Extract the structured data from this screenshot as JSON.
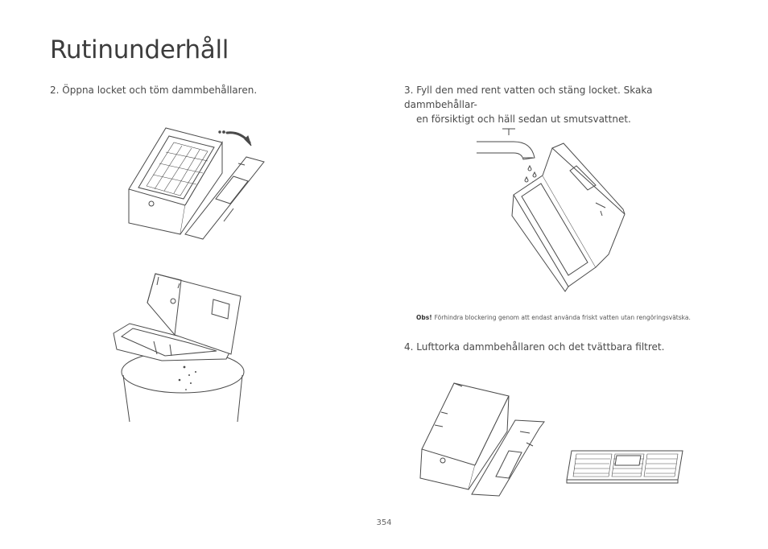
{
  "page": {
    "title": "Rutinunderhåll",
    "page_number": "354"
  },
  "steps": {
    "step2": "2. Öppna locket och töm dammbehållaren.",
    "step3_line1": "3. Fyll den med rent vatten och stäng locket. Skaka dammbehållar-",
    "step3_line2": "en försiktigt och häll sedan ut smutsvattnet.",
    "step4": "4. Lufttorka dammbehållaren och det tvättbara filtret."
  },
  "note": {
    "label": "Obs!",
    "text": "Förhindra blockering genom att endast använda friskt vatten utan rengöringsvätska."
  },
  "illustrations": {
    "open_lid": "open-bin-icon",
    "empty_bin": "empty-bin-trash-icon",
    "fill_water": "faucet-fill-icon",
    "dry_bin": "dry-bin-icon",
    "filter": "washable-filter-icon",
    "line_color": "#4a4a4a"
  }
}
